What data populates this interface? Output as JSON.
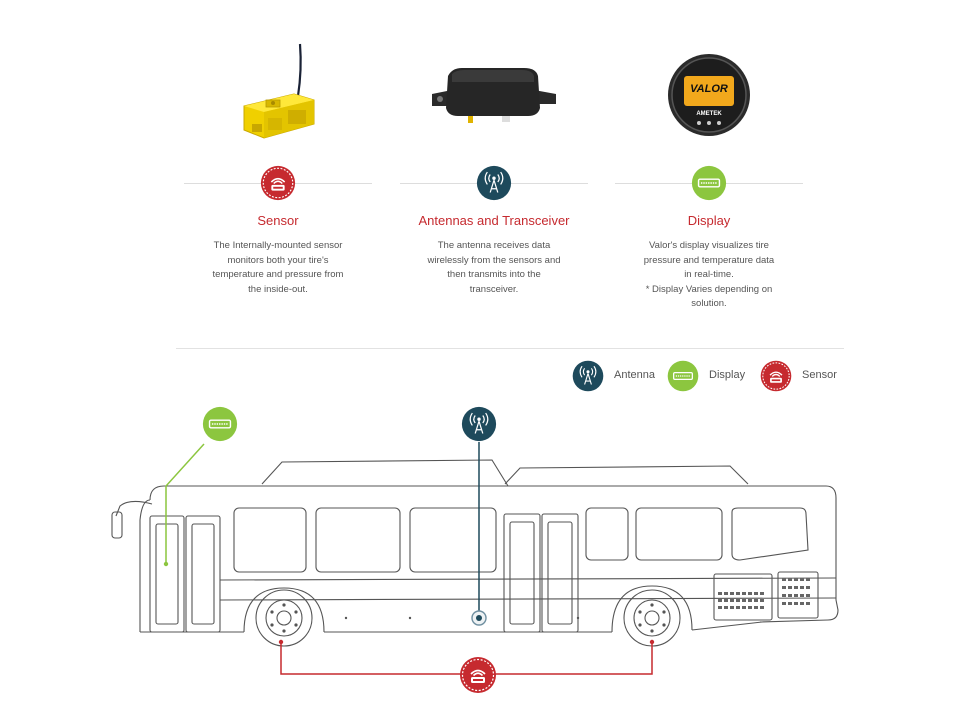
{
  "colors": {
    "sensor": "#c62a2f",
    "antenna": "#1e4a5c",
    "display": "#8cc63f",
    "text": "#555555",
    "line": "#dddddd"
  },
  "columns": [
    {
      "id": "sensor",
      "title": "Sensor",
      "icon": "sensor-icon",
      "desc_lines": [
        "The Internally-mounted sensor",
        "monitors both your tire's",
        "temperature and pressure from",
        "the inside-out."
      ]
    },
    {
      "id": "antenna",
      "title": "Antennas and Transceiver",
      "icon": "antenna-icon",
      "desc_lines": [
        "The antenna receives data",
        "wirelessly from the sensors and",
        "then transmits into the",
        "transceiver."
      ]
    },
    {
      "id": "display",
      "title": "Display",
      "icon": "display-icon",
      "desc_lines": [
        "Valor's display visualizes tire",
        "pressure and temperature data",
        "in real-time.",
        "* Display Varies depending on",
        "solution."
      ]
    }
  ],
  "display_device": {
    "brand": "VALOR",
    "maker": "AMETEK"
  },
  "legend": [
    {
      "label": "Antenna",
      "icon": "antenna-icon"
    },
    {
      "label": "Display",
      "icon": "display-icon"
    },
    {
      "label": "Sensor",
      "icon": "sensor-icon"
    }
  ]
}
